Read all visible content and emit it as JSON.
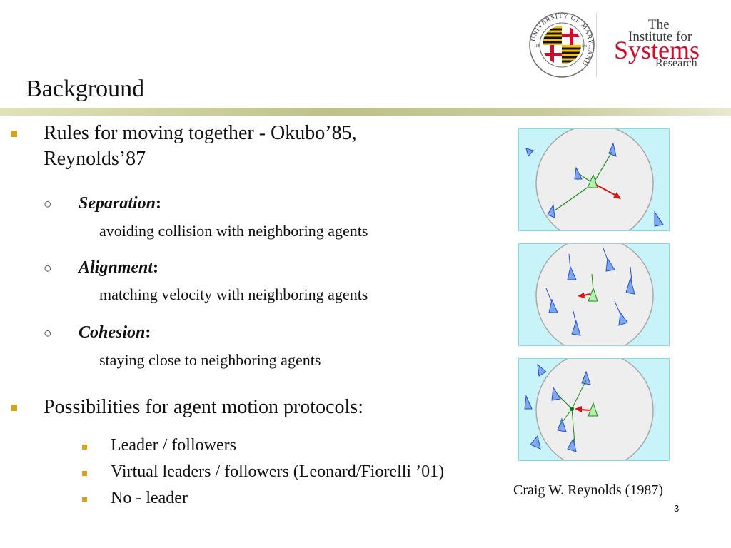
{
  "header": {
    "title": "Background",
    "logo_umd_ring_text": "UNIVERSITY OF MARYLAND",
    "logo_umd_year_left": "18",
    "logo_umd_year_right": "56",
    "logo_isr": {
      "line1": "The",
      "line2": "Institute for",
      "line3": "Systems",
      "line4": "Research"
    }
  },
  "content": {
    "bullet1": {
      "line1": "Rules for moving together - Okubo’85,",
      "line2": "Reynolds’87"
    },
    "rules": [
      {
        "term": "Separation",
        "colon": ":",
        "desc": "avoiding collision with neighboring agents"
      },
      {
        "term": "Alignment",
        "colon": ":",
        "desc": "matching velocity with neighboring agents"
      },
      {
        "term": "Cohesion",
        "colon": ":",
        "desc": "staying close to neighboring agents"
      }
    ],
    "bullet2": "Possibilities for agent motion protocols:",
    "protocols": [
      "Leader / followers",
      "Virtual leaders / followers (Leonard/Fiorelli ’01)",
      "No - leader"
    ]
  },
  "figure": {
    "caption": "Craig W. Reynolds (1987)",
    "colors": {
      "background": "#c8f3f9",
      "circle": "#eeeeee",
      "focal_agent": "#b6f0b0",
      "neighbor_agent": "#7ea7ee",
      "line": "#1c8a1c",
      "arrow": "#e01010"
    }
  },
  "page_number": "3"
}
